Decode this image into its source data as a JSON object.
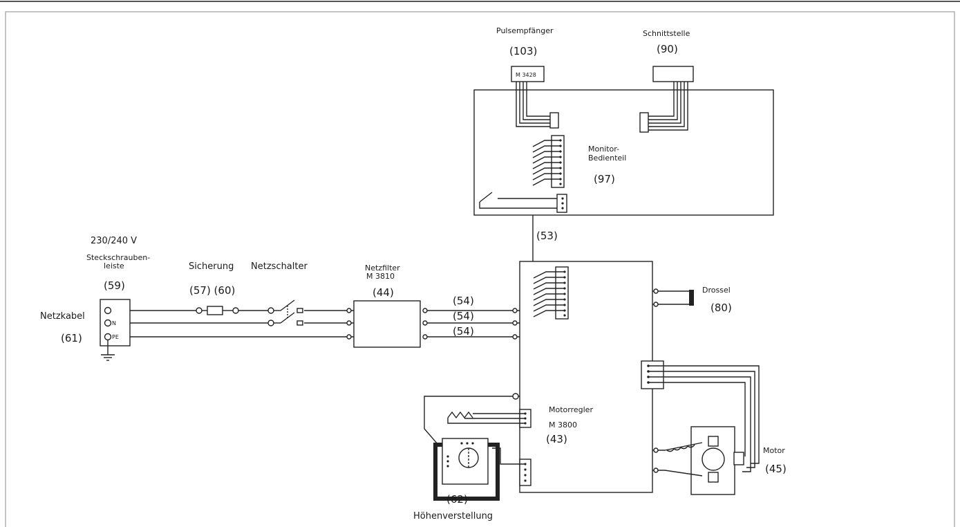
{
  "labels": {
    "voltage": "230/240 V",
    "terminal_strip_line1": "Steckschrauben-",
    "terminal_strip_line2": "leiste",
    "terminal_strip_ref": "(59)",
    "mains_cable": "Netzkabel",
    "mains_cable_ref": "(61)",
    "fuse": "Sicherung",
    "fuse_ref": "(57) (60)",
    "mains_switch": "Netzschalter",
    "mains_filter_line1": "Netzfilter",
    "mains_filter_line2": "M 3810",
    "mains_filter_ref": "(44)",
    "wire_54a": "(54)",
    "wire_54b": "(54)",
    "wire_54c": "(54)",
    "wire_53": "(53)",
    "pulse_receiver": "Pulsempfänger",
    "pulse_receiver_ref": "(103)",
    "pulse_receiver_chip": "M 3428",
    "interface": "Schnittstelle",
    "interface_ref": "(90)",
    "monitor_line1": "Monitor-",
    "monitor_line2": "Bedienteil",
    "monitor_ref": "(97)",
    "choke": "Drossel",
    "choke_ref": "(80)",
    "motor_controller_line1": "Motorregler",
    "motor_controller_line2": "M 3800",
    "motor_controller_ref": "(43)",
    "motor": "Motor",
    "motor_ref": "(45)",
    "height_adj_ref": "(62)",
    "height_adj": "Höhenverstellung",
    "term_n": "N",
    "term_pe": "PE"
  }
}
